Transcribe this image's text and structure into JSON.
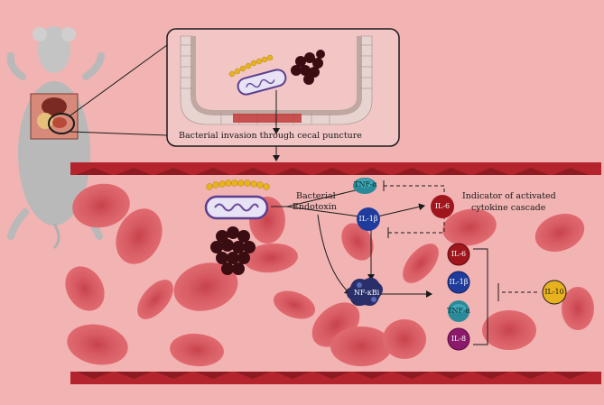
{
  "figure": {
    "inset_caption": "Bacterial invasion through cecal puncture",
    "bacterial_label": "Bacterial",
    "endotoxin_label": "Endotoxin",
    "indicator_label_line1": "Indicator of activated",
    "indicator_label_line2": "cytokine cascade"
  },
  "nodes": {
    "tnf_top": "TNF-α",
    "il1b_top": "IL-1β",
    "il6_top": "IL-6",
    "nfkb": "NF-κBi",
    "il6_col": "IL-6",
    "il1b_col": "IL-1β",
    "tnf_col": "TNF-α",
    "il8_col": "IL-8",
    "il10": "IL-10"
  },
  "colors": {
    "background": "#f2b3b3",
    "vessel_wall": "#b3242c",
    "rbc": "#d6545c",
    "il6": "#a0161c",
    "il1b": "#1f3c9c",
    "tnf": "#2b8a9a",
    "il8": "#8c1a6a",
    "il10": "#e8b21e",
    "nfkb": "#2a2f6a"
  }
}
